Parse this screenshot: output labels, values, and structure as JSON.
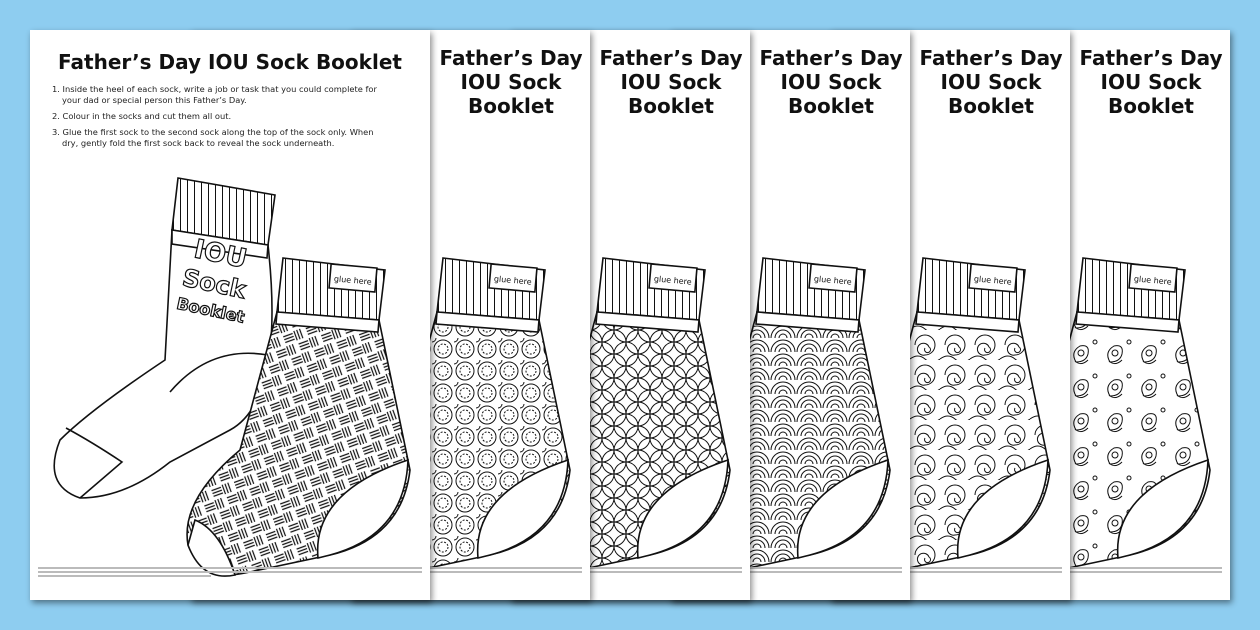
{
  "document": {
    "pages": [
      {
        "title": "Father’s Day IOU Sock Booklet",
        "pattern": "basketweave"
      },
      {
        "title": "Father’s Day IOU Sock Booklet",
        "pattern": "circles"
      },
      {
        "title": "Father’s Day IOU Sock Booklet",
        "pattern": "circle-lattice"
      },
      {
        "title": "Father’s Day IOU Sock Booklet",
        "pattern": "arcs"
      },
      {
        "title": "Father’s Day IOU Sock Booklet",
        "pattern": "swirls"
      },
      {
        "title": "Father’s Day IOU Sock Booklet",
        "pattern": "paisley"
      }
    ],
    "instructions": [
      "1. Inside the heel of each sock, write a job or task that you could complete for your dad or special person this Father’s Day.",
      "2. Colour in the socks and cut them all out.",
      "3. Glue the first sock to the second sock along the top of the sock only. When dry, gently fold the first sock back to reveal the sock underneath."
    ],
    "glue_label": "glue here",
    "sock_text": [
      "IOU",
      "Sock",
      "Booklet"
    ],
    "colors": {
      "background": "#8ecdf0",
      "page": "#ffffff",
      "ink": "#111111"
    }
  }
}
